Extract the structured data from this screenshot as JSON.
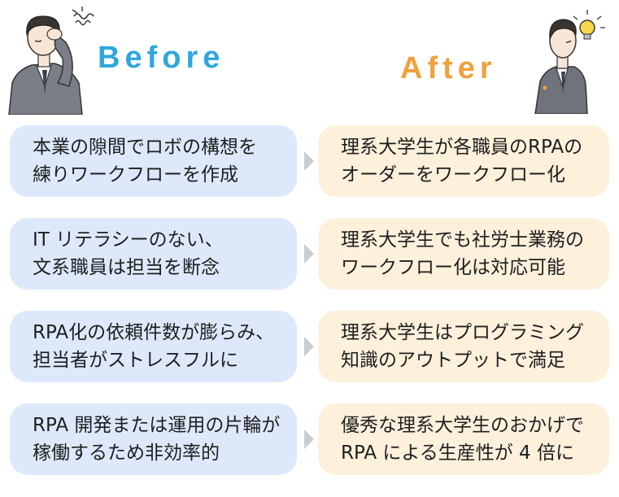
{
  "header": {
    "before_label": "Before",
    "after_label": "After"
  },
  "colors": {
    "before_heading": "#2fa7dd",
    "after_heading": "#f0a13c",
    "before_box": "#dde9fb",
    "after_box": "#fdf1dc",
    "arrow": "#c9ccd2"
  },
  "icons": {
    "before_character": "worried-businessman",
    "after_character": "inspired-businessman"
  },
  "rows": [
    {
      "before": "本業の隙間でロボの構想を\n練りワークフローを作成",
      "after": "理系大学生が各職員のRPAの\nオーダーをワークフロー化"
    },
    {
      "before": "IT リテラシーのない、\n文系職員は担当を断念",
      "after": "理系大学生でも社労士業務の\nワークフロー化は対応可能"
    },
    {
      "before": "RPA化の依頼件数が膨らみ、\n担当者がストレスフルに",
      "after": "理系大学生はプログラミング\n知識のアウトプットで満足"
    },
    {
      "before": "RPA 開発または運用の片輪が\n稼働するため非効率的",
      "after": "優秀な理系大学生のおかげで\nRPA による生産性が 4 倍に"
    }
  ]
}
